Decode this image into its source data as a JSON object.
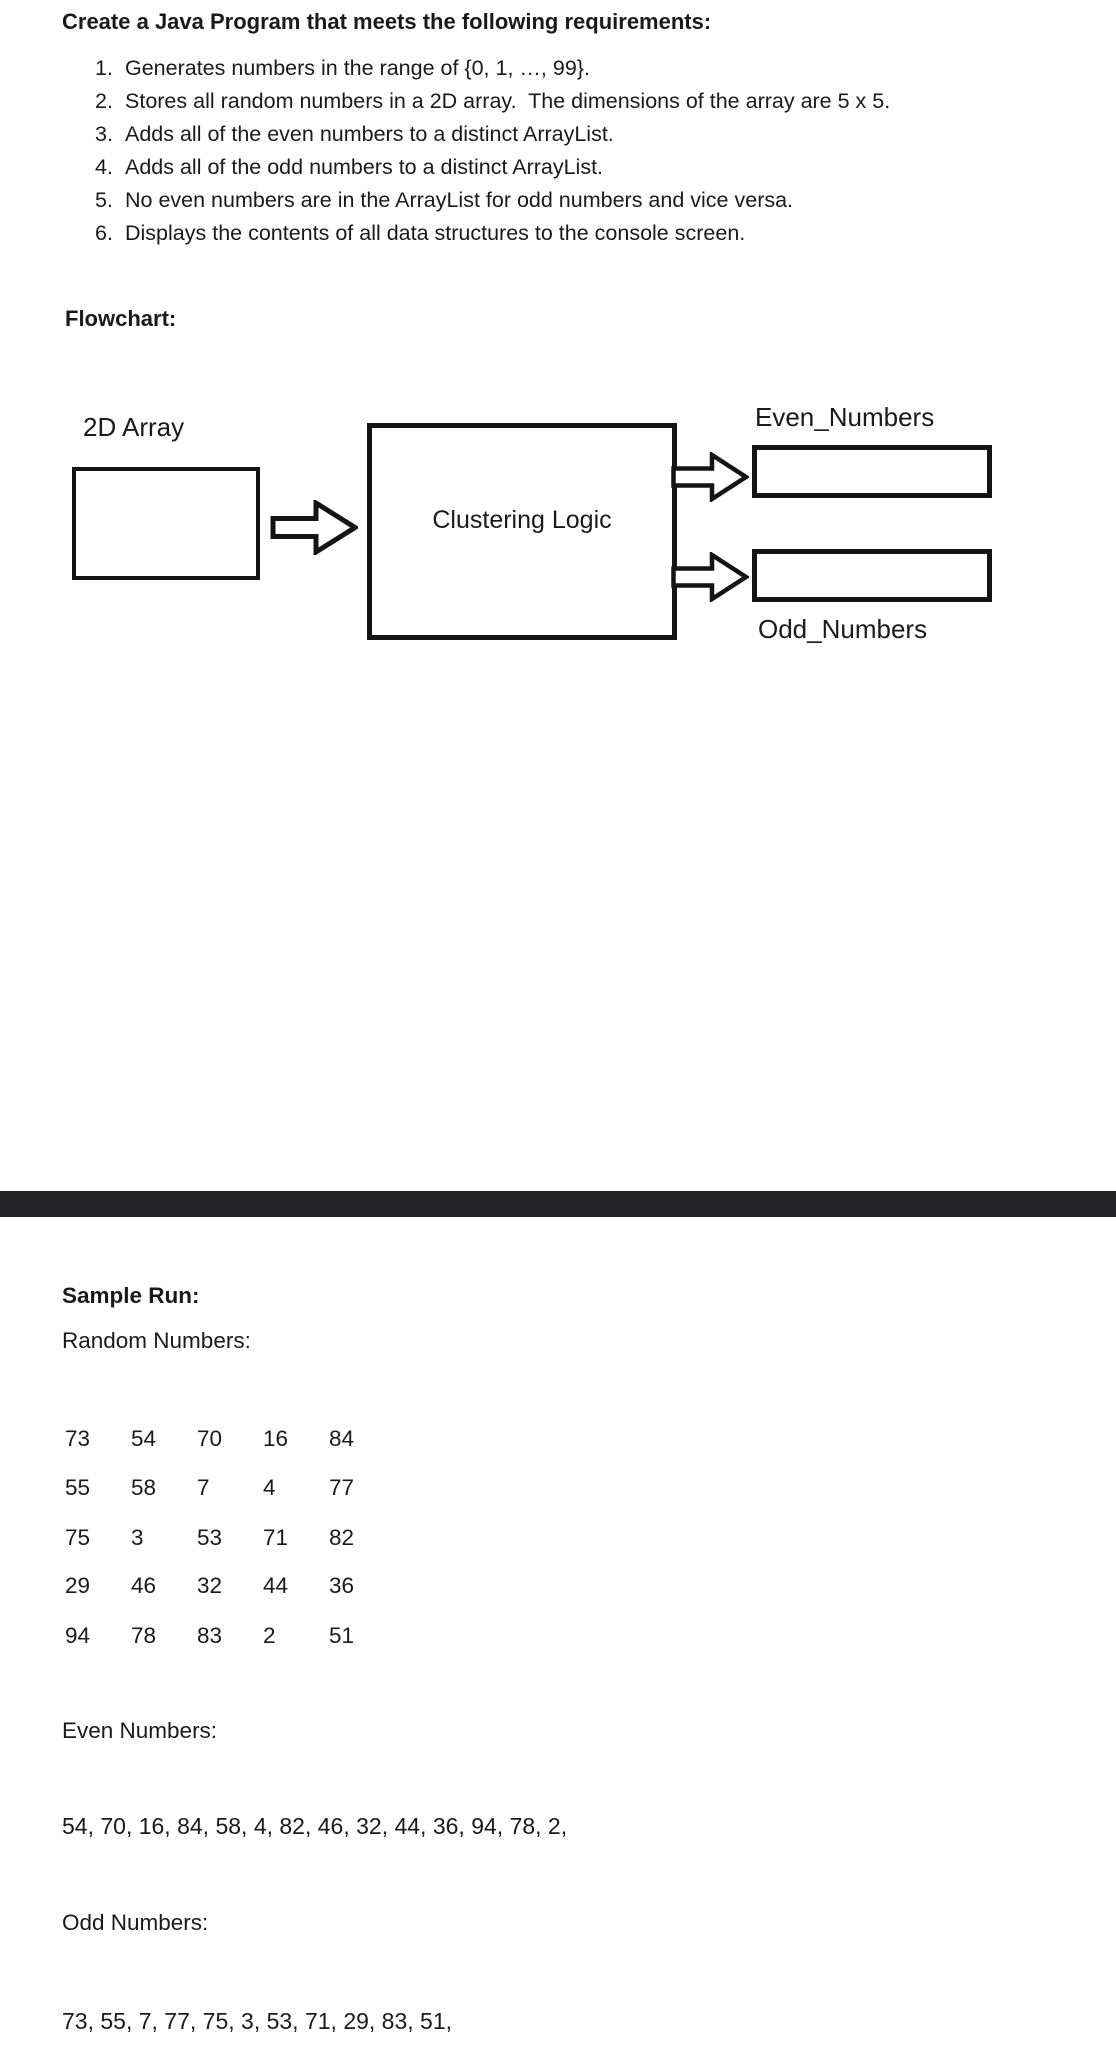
{
  "document": {
    "title": "Create a Java Program that meets the following requirements:",
    "requirements": [
      {
        "num": "1.",
        "text": "Generates numbers in the range of {0, 1, …, 99}."
      },
      {
        "num": "2.",
        "text": "Stores all random numbers in a 2D array.  The dimensions of the array are 5 x 5."
      },
      {
        "num": "3.",
        "text": "Adds all of the even numbers to a distinct ArrayList."
      },
      {
        "num": "4.",
        "text": "Adds all of the odd numbers to a distinct ArrayList."
      },
      {
        "num": "5.",
        "text": "No even numbers are in the ArrayList for odd numbers and vice versa."
      },
      {
        "num": "6.",
        "text": "Displays the contents of all data structures to the console screen."
      }
    ],
    "flowchart_heading": "Flowchart:"
  },
  "flowchart": {
    "input_label": "2D Array",
    "process_label": "Clustering Logic",
    "even_output_label": "Even_Numbers",
    "odd_output_label": "Odd_Numbers"
  },
  "sample_run": {
    "heading": "Sample Run:",
    "random_numbers_label": "Random Numbers:",
    "grid": [
      [
        73,
        54,
        70,
        16,
        84
      ],
      [
        55,
        58,
        7,
        4,
        77
      ],
      [
        75,
        3,
        53,
        71,
        82
      ],
      [
        29,
        46,
        32,
        44,
        36
      ],
      [
        94,
        78,
        83,
        2,
        51
      ]
    ],
    "even_numbers_label": "Even Numbers:",
    "even_numbers_values": "54, 70, 16, 84, 58, 4, 82, 46, 32, 44, 36, 94, 78, 2,",
    "odd_numbers_label": "Odd Numbers:",
    "odd_numbers_values": "73, 55, 7, 77, 75, 3, 53, 71, 29, 83, 51,"
  },
  "colors": {
    "text": "#1a1a1a",
    "shape_border": "#141414",
    "divider_bar": "#232327",
    "background": "#ffffff"
  }
}
